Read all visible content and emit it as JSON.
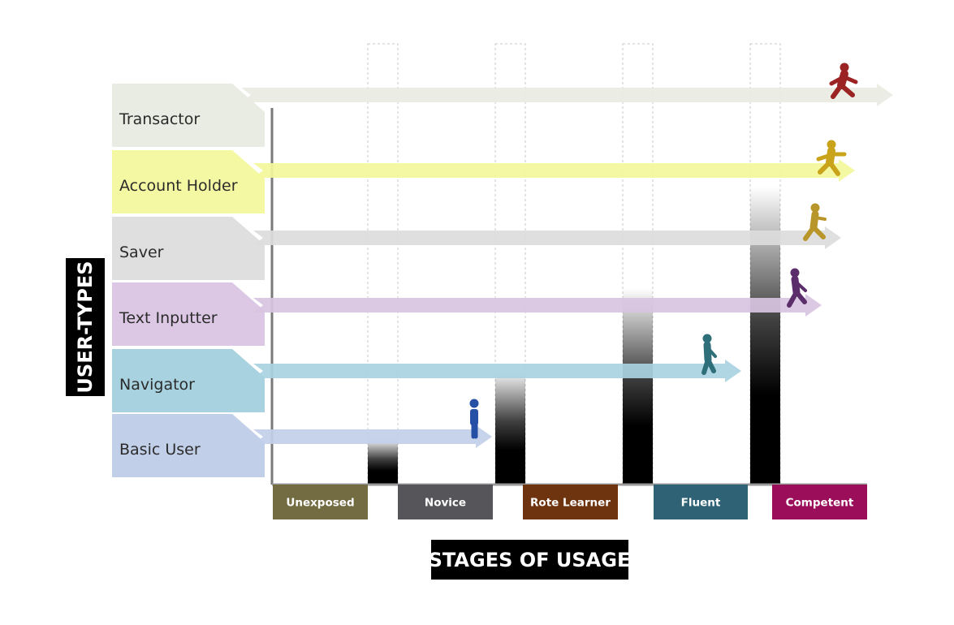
{
  "axis_titles": {
    "y": "USER-TYPES",
    "x": "STAGES OF USAGE"
  },
  "user_types": [
    {
      "label": "Transactor",
      "color": "#e9ece2",
      "arrow_color": "#e9ece2",
      "figure_color": "#9b2323",
      "figure": "running-figure-icon",
      "reaches_stage": "Competent"
    },
    {
      "label": "Account Holder",
      "color": "#f4f8a2",
      "arrow_color": "#f3f79b",
      "figure_color": "#c9a41b",
      "figure": "jogging-figure-icon",
      "reaches_stage": "Competent"
    },
    {
      "label": "Saver",
      "color": "#dfdfdf",
      "arrow_color": "#dcdcdc",
      "figure_color": "#b8962a",
      "figure": "striding-figure-icon",
      "reaches_stage": "Competent"
    },
    {
      "label": "Text Inputter",
      "color": "#dcc8e4",
      "arrow_color": "#d8c4e2",
      "figure_color": "#5c2d6b",
      "figure": "walking-fast-figure-icon",
      "reaches_stage": "Competent"
    },
    {
      "label": "Navigator",
      "color": "#a8d2df",
      "arrow_color": "#a8d2df",
      "figure_color": "#2f6f7a",
      "figure": "walking-figure-icon",
      "reaches_stage": "Fluent"
    },
    {
      "label": "Basic User",
      "color": "#c2cfe9",
      "arrow_color": "#c2cfe9",
      "figure_color": "#2650a6",
      "figure": "standing-figure-icon",
      "reaches_stage": "Novice"
    }
  ],
  "stages": [
    {
      "label": "Unexposed",
      "color": "#736c43"
    },
    {
      "label": "Novice",
      "color": "#55555a"
    },
    {
      "label": "Rote Learner",
      "color": "#6e3410"
    },
    {
      "label": "Fluent",
      "color": "#2e6274"
    },
    {
      "label": "Competent",
      "color": "#9a0e5a"
    }
  ]
}
